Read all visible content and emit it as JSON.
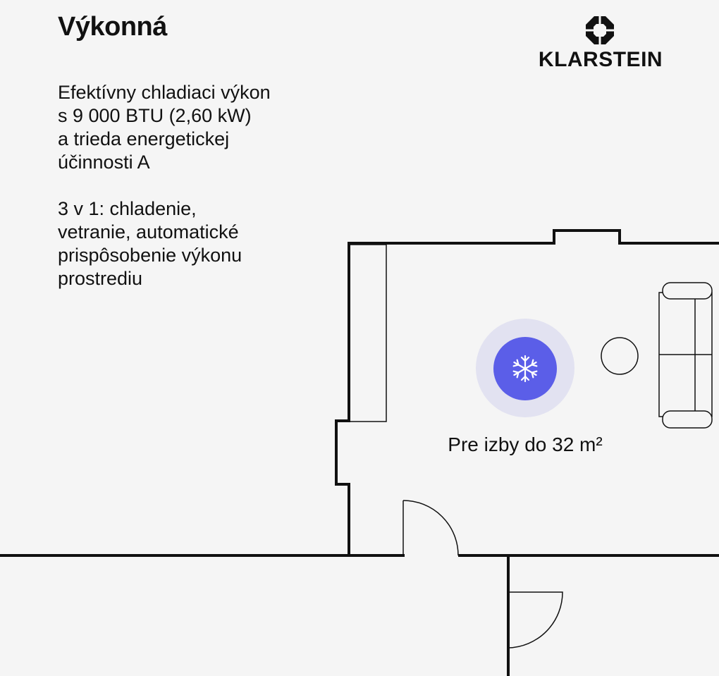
{
  "headline": "Výkonná",
  "paragraphs": [
    "Efektívny chladiaci výkon\ns 9 000 BTU (2,60 kW)\na trieda energetickej\núčinnosti A",
    "3 v 1: chladenie,\nvetranie, automatické\nprispôsobenie výkonu\nprostrediu"
  ],
  "brand": {
    "name": "KLARSTEIN",
    "mark_icon": "klarstein-logo-icon"
  },
  "room": {
    "caption": "Pre izby do 32 m²"
  },
  "icons": {
    "cooling": "snowflake-icon"
  },
  "colors": {
    "background": "#f5f5f5",
    "accent": "#5b5ee8",
    "halo": "#e2e2f1",
    "text": "#111111",
    "walls": "#111111"
  }
}
